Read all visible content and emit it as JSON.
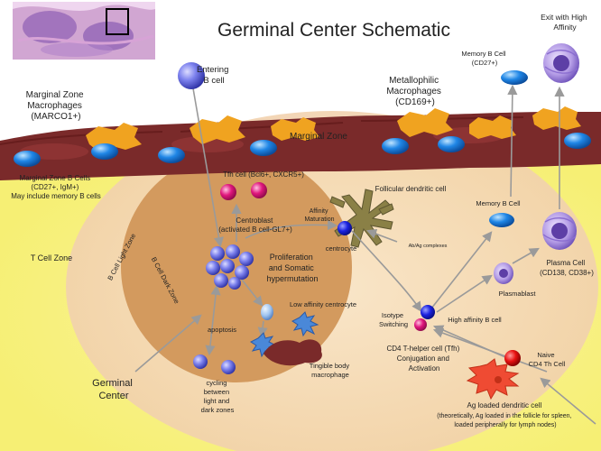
{
  "title": "Germinal Center Schematic",
  "labels": {
    "entering_b_cell": [
      "Entering",
      "B cell"
    ],
    "metallophilic": [
      "Metallophilic",
      "Macrophages",
      "(CD169+)"
    ],
    "marginal_macrophages": [
      "Marginal Zone",
      "Macrophages",
      "(MARCO1+)"
    ],
    "marginal_zone": "Marginal Zone",
    "mz_b_cells": [
      "Marginal Zone B Cells",
      "(CD27+, IgM+)",
      "May include memory B cells"
    ],
    "exit_high_affinity": [
      "Exit with High",
      "Affinity"
    ],
    "memory_b_top": [
      "Memory B Cell",
      "(CD27+)"
    ],
    "memory_b_mid": "Memory B Cell",
    "tfh_cell": "Tfh cell (Bcl6+, CXCR5+)",
    "follicular_dc": "Follicular dendritic cell",
    "affinity_maturation": [
      "Affinity",
      "Maturation"
    ],
    "centroblast": [
      "Centroblast",
      "(activated B cell-GL7+)"
    ],
    "centrocyte": "centrocyte",
    "ab_ag_complexes": "Ab/Ag complexes",
    "t_cell_zone": "T Cell Zone",
    "light_zone": "B Cell Light Zone",
    "dark_zone": "B Cell Dark Zone",
    "proliferation": [
      "Proliferation",
      "and Somatic",
      "hypermutation"
    ],
    "low_affinity": "Low affinity centrocyte",
    "apoptosis": "apoptosis",
    "tingible_body": [
      "Tingible body",
      "macrophage"
    ],
    "isotype": [
      "Isotype",
      "Switching"
    ],
    "high_affinity_b": "High affinity B cell",
    "plasmablast": "Plasmablast",
    "plasma_cell": [
      "Plasma Cell",
      "(CD138, CD38+)"
    ],
    "cd4_t_helper": [
      "CD4 T-helper cell (Tfh)",
      "Conjugation and",
      "Activation"
    ],
    "naive_cd4": [
      "Naive",
      "CD4 Th Cell"
    ],
    "germinal_center": [
      "Germinal",
      "Center"
    ],
    "cycling": [
      "cycling",
      "between",
      "light and",
      "dark zones"
    ],
    "ag_loaded_dc": [
      "Ag loaded dendritic cell",
      "(theoretically, Ag loaded in the follicle for spleen,",
      "loaded peripherally for lymph nodes)"
    ]
  },
  "colors": {
    "follicle": "#f6f07a",
    "light_zone": "#f6d9b9",
    "dark_zone": "#d39a5e",
    "b_cell": "#6f74e6",
    "memory_cell": "#1f86e6",
    "tfh": "#e0177d",
    "marginal_tissue": "#7a2a2a",
    "marginal_orange": "#f0a320",
    "ag_dc": "#ef4b33",
    "naive_t": "#e81111"
  }
}
